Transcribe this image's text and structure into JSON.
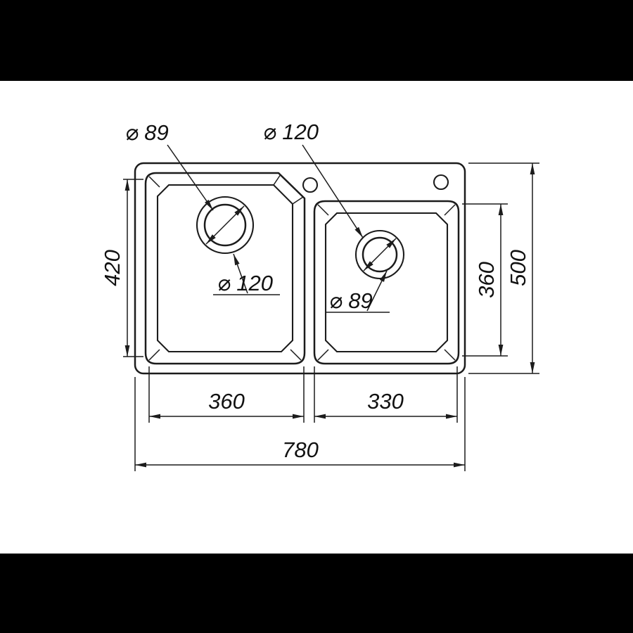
{
  "drawing": {
    "callouts": {
      "top_left": "⌀ 89",
      "top_center": "⌀ 120",
      "left_bowl_drain": "⌀ 120",
      "right_bowl_drain": "⌀ 89"
    },
    "dimensions": {
      "left_bowl_depth": "420",
      "overall_depth": "500",
      "right_bowl_depth": "360",
      "left_bowl_width": "360",
      "right_bowl_width": "330",
      "overall_width": "780"
    },
    "colors": {
      "line": "#1c1c1c",
      "canvas": "#ffffff",
      "letterbox": "#000000"
    }
  }
}
